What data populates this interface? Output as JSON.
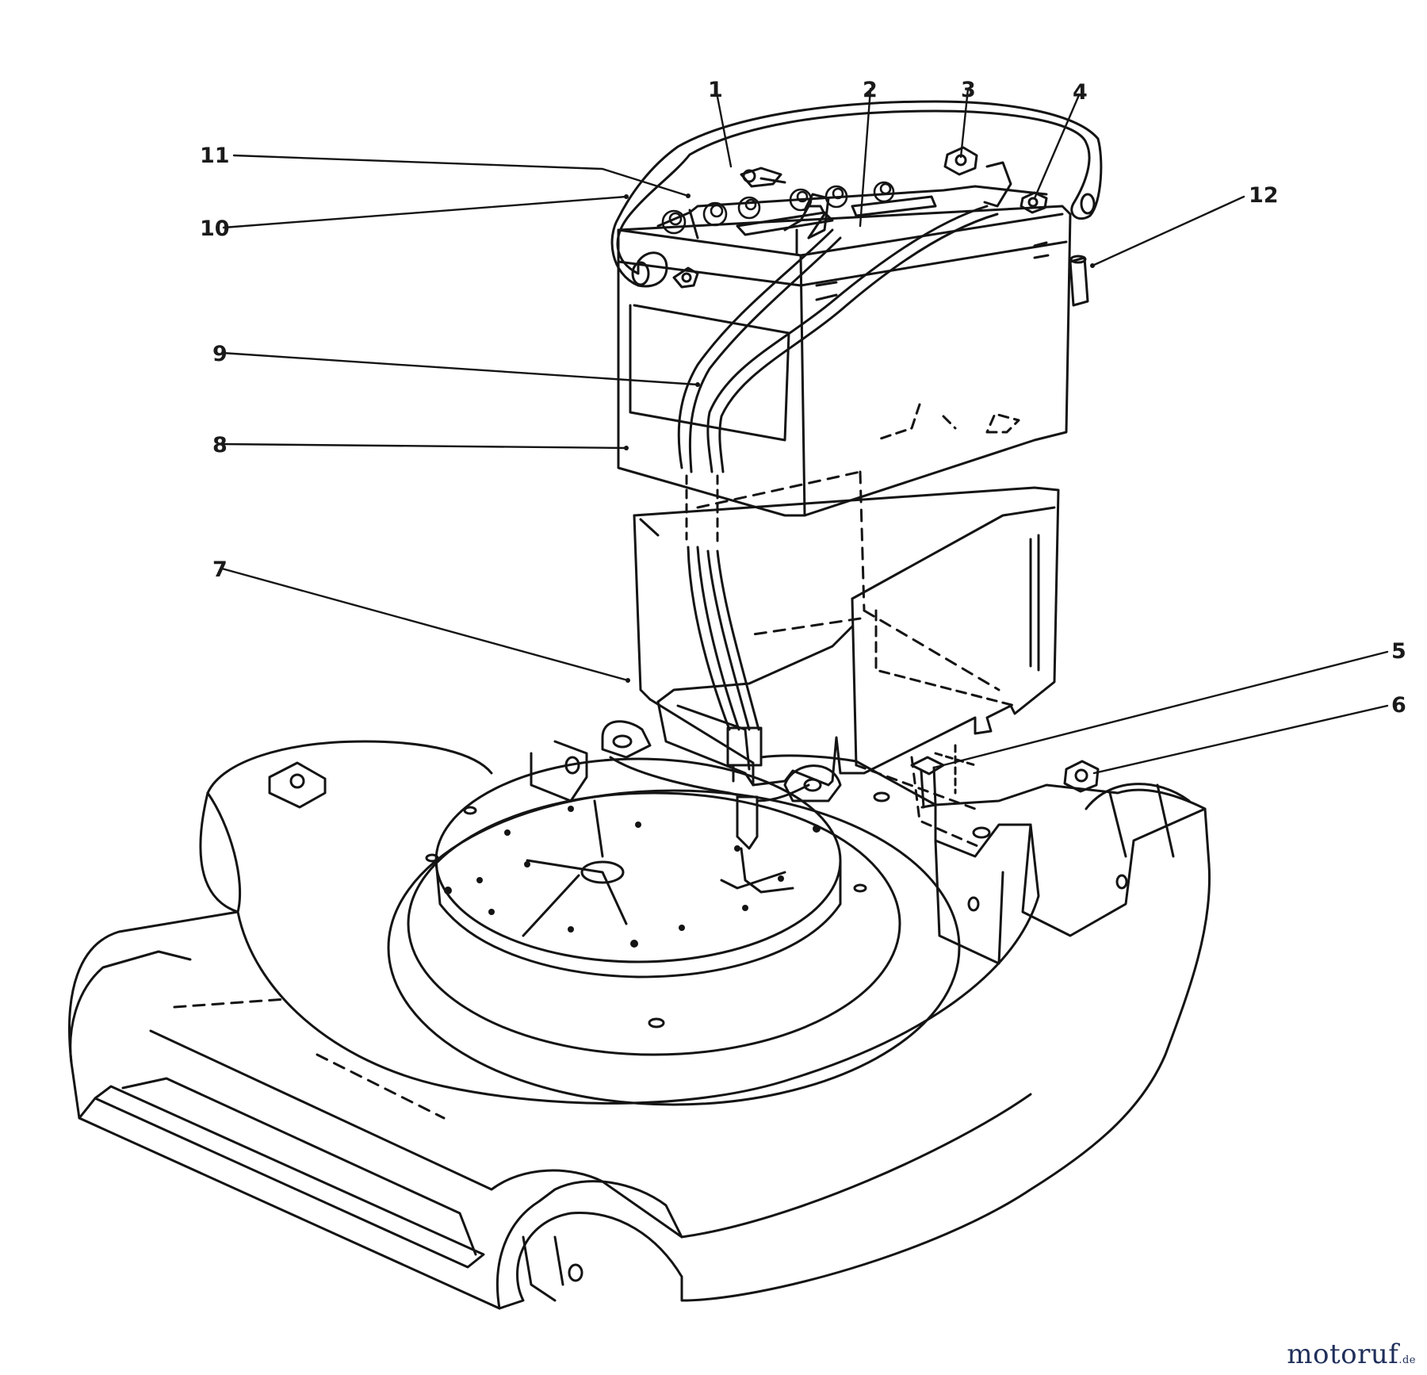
{
  "callouts": [
    "1",
    "2",
    "3",
    "4",
    "5",
    "6",
    "7",
    "8",
    "9",
    "10",
    "11",
    "12"
  ],
  "watermark": {
    "text": "motoruf",
    "suffix": ".de",
    "accent_color": "#e07a1f",
    "text_color": "#1f2f5a"
  },
  "icons": [
    "battery",
    "battery-tray",
    "mower-deck",
    "hold-down-strap",
    "wire-harness",
    "screw",
    "nut",
    "terminal-cap"
  ]
}
